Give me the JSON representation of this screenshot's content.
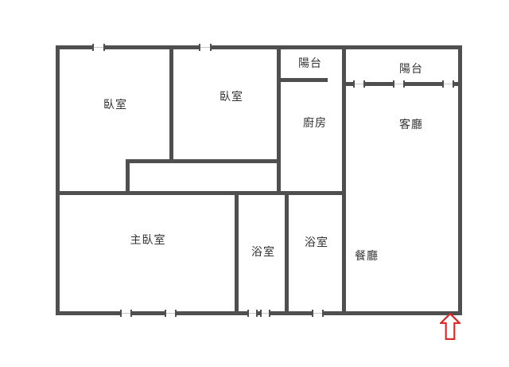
{
  "diagram": {
    "type": "floor-plan",
    "rooms": {
      "bedroom1": {
        "label": "臥室"
      },
      "bedroom2": {
        "label": "臥室"
      },
      "balcony_mid": {
        "label": "陽台"
      },
      "balcony_right": {
        "label": "陽台"
      },
      "kitchen": {
        "label": "廚房"
      },
      "living": {
        "label": "客廳"
      },
      "master_bedroom": {
        "label": "主臥室"
      },
      "bath1": {
        "label": "浴室"
      },
      "bath2": {
        "label": "浴室"
      },
      "dining": {
        "label": "餐廳"
      }
    },
    "entrance": {
      "icon": "up-arrow",
      "meaning": "entrance"
    },
    "colors": {
      "wall": "#4f4f4f",
      "background": "#ffffff",
      "label": "#333333",
      "entrance_arrow": "#e02424"
    }
  }
}
